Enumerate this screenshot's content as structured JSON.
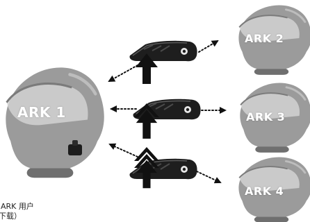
{
  "helmets": {
    "main_label": "ARK 1",
    "target_labels": [
      "ARK 2",
      "ARK 3",
      "ARK 4"
    ]
  },
  "caption": {
    "line1": "ARK 用户",
    "line2": "下载）"
  },
  "colors": {
    "helmet": "#9b9b9b",
    "helmet_dark": "#6f6f6f",
    "arrow": "#111111"
  },
  "icons": [
    "helmet-icon",
    "intercom-device-icon",
    "up-arrow-icon",
    "dotted-arrow-icon"
  ]
}
